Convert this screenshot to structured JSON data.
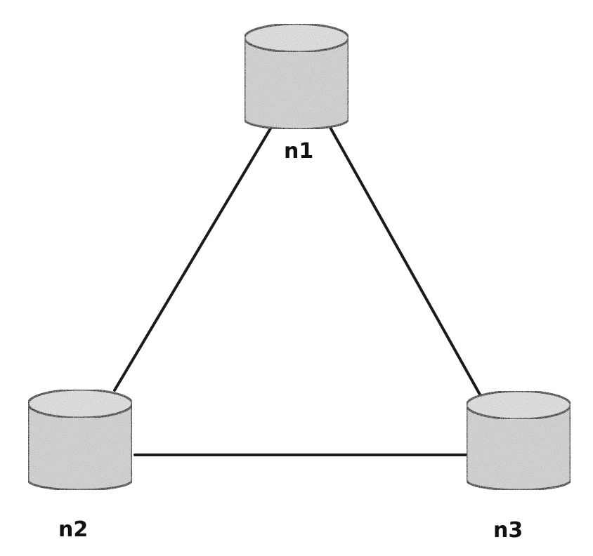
{
  "nodes": [
    {
      "id": "n1",
      "label": "n1"
    },
    {
      "id": "n2",
      "label": "n2"
    },
    {
      "id": "n3",
      "label": "n3"
    }
  ],
  "edges": [
    {
      "from": "n1",
      "to": "n2"
    },
    {
      "from": "n1",
      "to": "n3"
    },
    {
      "from": "n2",
      "to": "n3"
    }
  ],
  "colors": {
    "line": "#1a1a1a",
    "cylinder_fill": "#d9d9d9",
    "cylinder_top": "#e6e6e6",
    "label": "#111111"
  }
}
